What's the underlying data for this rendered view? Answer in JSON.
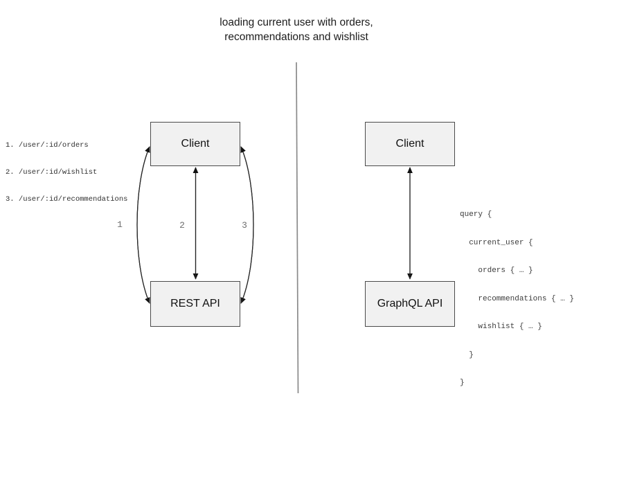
{
  "title": "loading current user with orders,\nrecommendations and wishlist",
  "colors": {
    "background": "#ffffff",
    "box_fill": "#f1f1f1",
    "box_border": "#4a4a4a",
    "arrow": "#222222",
    "divider": "#8a8a8a",
    "label_gray": "#6e6e6e",
    "code_text": "#3b3b3b"
  },
  "left_panel": {
    "client_label": "Client",
    "api_label": "REST API",
    "endpoints": [
      "1. /user/:id/orders",
      "2. /user/:id/wishlist",
      "3. /user/:id/recommendations"
    ],
    "arrow_labels": [
      "1",
      "2",
      "3"
    ]
  },
  "right_panel": {
    "client_label": "Client",
    "api_label": "GraphQL API",
    "query_lines": [
      "query {",
      "  current_user {",
      "    orders { … }",
      "    recommendations { … }",
      "    wishlist { … }",
      "  }",
      "}"
    ]
  }
}
